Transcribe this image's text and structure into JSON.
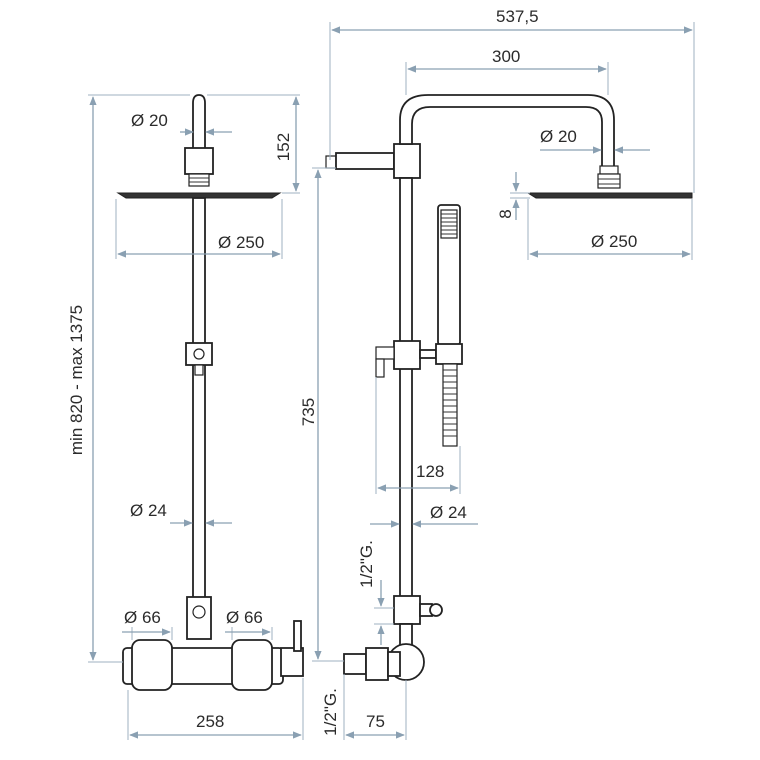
{
  "front_view": {
    "pipe_top_diameter": "Ø 20",
    "head_height": "152",
    "head_diameter": "Ø 250",
    "total_height": "min 820 - max 1375",
    "column_diameter": "Ø 24",
    "escutcheon_left": "Ø 66",
    "escutcheon_right": "Ø 66",
    "mixer_width": "258"
  },
  "side_view": {
    "total_projection": "537,5",
    "arm_reach": "300",
    "pipe_top_diameter": "Ø 20",
    "head_thickness": "8",
    "head_diameter": "Ø 250",
    "column_height": "735",
    "hand_shower_offset": "128",
    "column_diameter": "Ø 24",
    "outlet_thread": "1/2\"G.",
    "inlet_thread": "1/2\"G.",
    "wall_offset": "75"
  }
}
